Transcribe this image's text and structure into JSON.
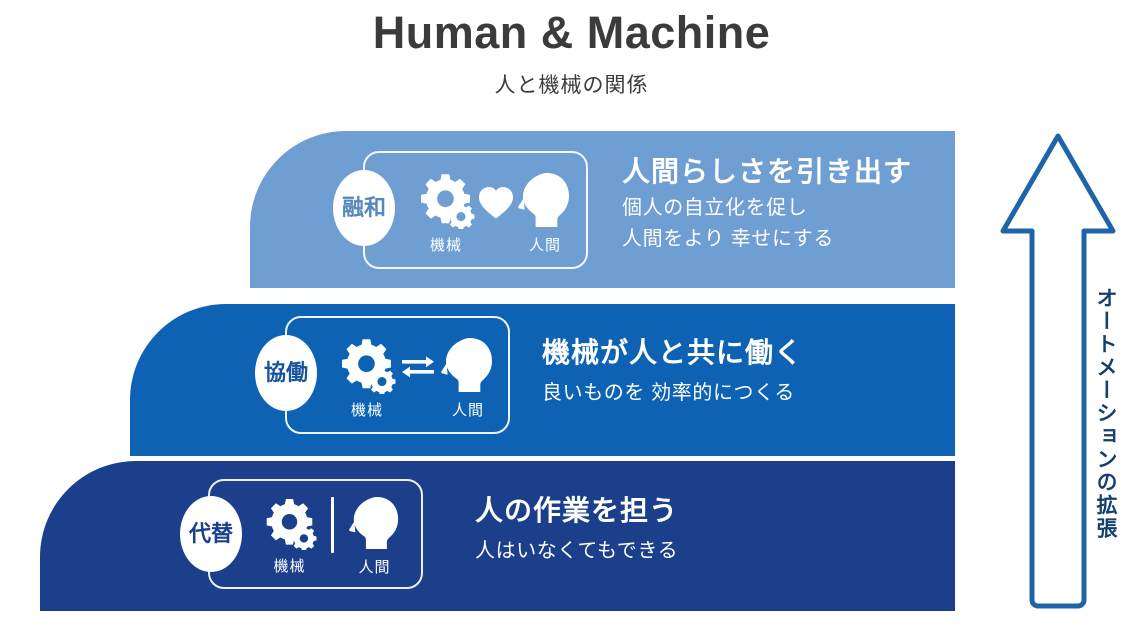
{
  "header": {
    "title": "Human & Machine",
    "subtitle": "人と機械の関係"
  },
  "colors": {
    "tier_top": "#6f9ed3",
    "tier_mid": "#0d62b4",
    "tier_bottom": "#1b3f8b",
    "badge_text_top": "#5787bf",
    "badge_text_mid": "#17539f",
    "badge_text_bottom": "#1b3f8b",
    "arrow_stroke": "#1f64a8",
    "arrow_fill": "#ffffff",
    "arrow_text": "#153f6e",
    "title_text": "#3b3b3b",
    "tier_text": "#ffffff"
  },
  "tiers": [
    {
      "id": "fusion",
      "badge": "融和",
      "headline": "人間らしさを引き出す",
      "sub_lines": [
        "個人の自立化を促し",
        "人間をより 幸せにする"
      ],
      "icons": [
        {
          "name": "gear-icon",
          "caption": "機械"
        },
        {
          "name": "heart-icon",
          "caption": ""
        },
        {
          "name": "head-icon",
          "caption": "人間"
        }
      ],
      "separator": "heart"
    },
    {
      "id": "collaboration",
      "badge": "協働",
      "headline": "機械が人と共に働く",
      "sub_lines": [
        "良いものを 効率的につくる"
      ],
      "icons": [
        {
          "name": "gear-icon",
          "caption": "機械"
        },
        {
          "name": "exchange-arrows-icon",
          "caption": ""
        },
        {
          "name": "head-icon",
          "caption": "人間"
        }
      ],
      "separator": "exchange"
    },
    {
      "id": "substitution",
      "badge": "代替",
      "headline": "人の作業を担う",
      "sub_lines": [
        "人はいなくてもできる"
      ],
      "icons": [
        {
          "name": "gear-icon",
          "caption": "機械"
        },
        {
          "name": "divider-line-icon",
          "caption": ""
        },
        {
          "name": "head-icon",
          "caption": "人間"
        }
      ],
      "separator": "divider"
    }
  ],
  "arrow": {
    "label": "オートメーションの拡張",
    "direction": "up"
  }
}
